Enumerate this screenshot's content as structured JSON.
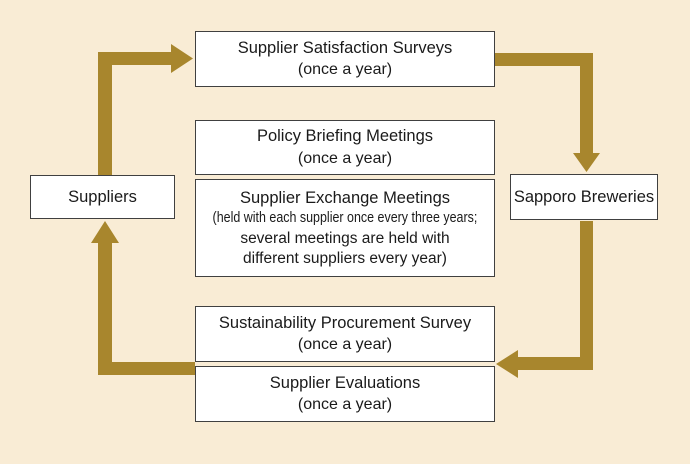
{
  "diagram": {
    "nodes": {
      "suppliers": {
        "label": "Suppliers"
      },
      "sapporo_breweries": {
        "label": "Sapporo Breweries"
      },
      "satisfaction_surveys": {
        "title": "Supplier Satisfaction Surveys",
        "frequency": "(once a year)"
      },
      "policy_briefing_meetings": {
        "title": "Policy Briefing Meetings",
        "frequency": "(once a year)"
      },
      "supplier_exchange_meetings": {
        "title": "Supplier Exchange Meetings",
        "note_line_1": "(held with each supplier once every three years;",
        "note_line_2": "several meetings are held with",
        "note_line_3": "different suppliers every year)"
      },
      "sustainability_procurement_survey": {
        "title": "Sustainability Procurement Survey",
        "frequency": "(once a year)"
      },
      "supplier_evaluations": {
        "title": "Supplier Evaluations",
        "frequency": "(once a year)"
      }
    },
    "flow": [
      {
        "from": "Suppliers",
        "to": "Supplier Satisfaction Surveys"
      },
      {
        "from": "Supplier Satisfaction Surveys",
        "to": "Sapporo Breweries"
      },
      {
        "from": "Sapporo Breweries",
        "to": "Sustainability Procurement Survey / Supplier Evaluations"
      },
      {
        "from": "Sustainability Procurement Survey / Supplier Evaluations",
        "to": "Suppliers"
      }
    ],
    "colors": {
      "background": "#f9ecd5",
      "arrow": "#a8862d",
      "box_background": "#ffffff",
      "box_border": "#404040",
      "text": "#1a1a1a"
    }
  }
}
